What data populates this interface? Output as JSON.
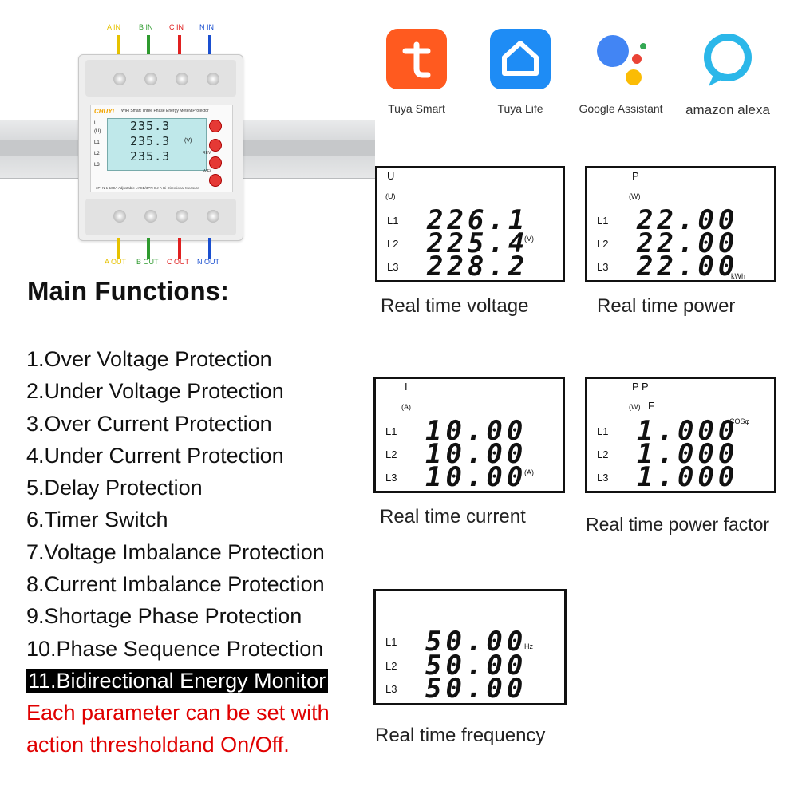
{
  "device": {
    "brand": "CHUYI",
    "subtitle": "WiFi Smart Three Phase Energy Meter&Protector",
    "wires_in": [
      {
        "label": "A IN",
        "color": "#e6c200"
      },
      {
        "label": "B IN",
        "color": "#2e9a2e"
      },
      {
        "label": "C IN",
        "color": "#e02020"
      },
      {
        "label": "N IN",
        "color": "#1a4fd0"
      }
    ],
    "wires_out": [
      {
        "label": "A OUT",
        "color": "#e6c200"
      },
      {
        "label": "B OUT",
        "color": "#2e9a2e"
      },
      {
        "label": "C OUT",
        "color": "#e02020"
      },
      {
        "label": "N OUT",
        "color": "#1a4fd0"
      }
    ],
    "lcd_lines": [
      "235.3",
      "235.3",
      "235.3"
    ],
    "lcd_unit": "(V)",
    "side_labels": [
      "U",
      "(U)",
      "L1",
      "L2",
      "L3"
    ],
    "rev_label": "REV",
    "wifi_label": "WiFi",
    "footer": "3P+N 1-100A  Adjustable   LYCB/3PN-DJ-A   Bi-Directional Measure"
  },
  "apps": [
    {
      "label": "Tuya Smart",
      "icon": "tuya-smart-icon"
    },
    {
      "label": "Tuya Life",
      "icon": "tuya-life-icon"
    },
    {
      "label": "Google Assistant",
      "icon": "google-assistant-icon"
    },
    {
      "label": "amazon alexa",
      "icon": "amazon-alexa-icon"
    }
  ],
  "main_title": "Main Functions:",
  "functions": [
    "1.Over Voltage Protection",
    "2.Under Voltage Protection",
    "3.Over Current Protection",
    "4.Under Current Protection",
    "5.Delay Protection",
    "6.Timer Switch",
    "7.Voltage Imbalance Protection",
    "8.Current Imbalance Protection",
    "9.Shortage Phase Protection",
    "10.Phase Sequence Protection",
    "11.Bidirectional Energy Monitor"
  ],
  "note": "Each parameter can be set with action thresholdand On/Off.",
  "colors": {
    "note": "#e00000",
    "highlight_bg": "#000000"
  },
  "panels": {
    "voltage": {
      "top1": "U",
      "top2": "(U)",
      "values": [
        "226.1",
        "225.4",
        "228.2"
      ],
      "unit": "(V)",
      "caption": "Real time voltage"
    },
    "power": {
      "top1": "P",
      "top2": "(W)",
      "values": [
        "22.00",
        "22.00",
        "22.00"
      ],
      "unit": "kWh",
      "caption": "Real time power"
    },
    "current": {
      "top1": "I",
      "top2": "(A)",
      "values": [
        "10.00",
        "10.00",
        "10.00"
      ],
      "unit": "(A)",
      "caption": "Real time current"
    },
    "power_factor": {
      "top1": "P  P",
      "top2": "(W)",
      "top3": "F",
      "values": [
        "1.000",
        "1.000",
        "1.000"
      ],
      "unit": "COSφ",
      "caption": "Real time power factor"
    },
    "frequency": {
      "values": [
        "50.00",
        "50.00",
        "50.00"
      ],
      "unit": "Hz",
      "caption": "Real time frequency"
    }
  },
  "line_labels": [
    "L1",
    "L2",
    "L3"
  ]
}
